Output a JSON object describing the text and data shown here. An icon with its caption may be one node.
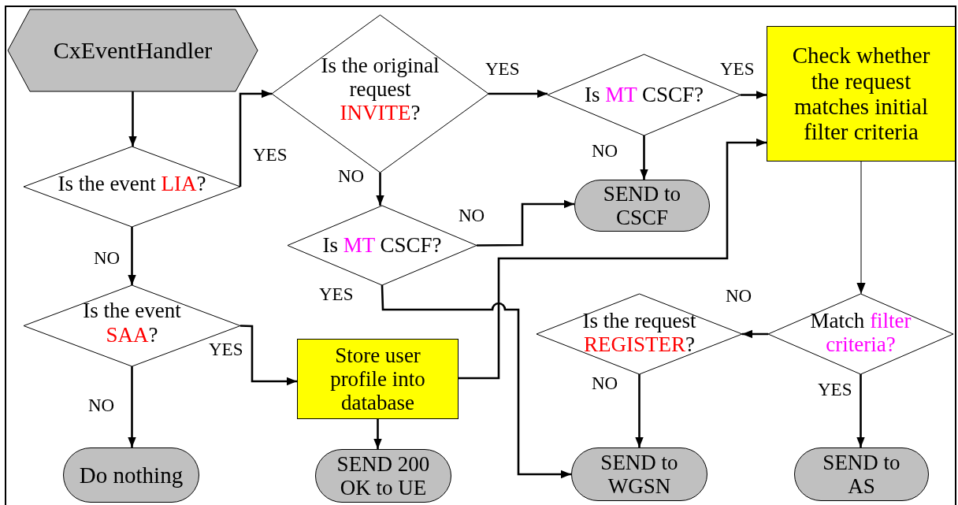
{
  "diagram": {
    "nodes": [
      {
        "text": [
          "CxEventHandler"
        ]
      },
      {
        "text": [
          "Is the event **LIA**?"
        ]
      },
      {
        "text": [
          "Is the event **SAA**?"
        ]
      },
      {
        "text": [
          "Do nothing"
        ]
      },
      {
        "text": [
          "Is the original request **INVITE**?"
        ]
      },
      {
        "text": [
          "Is *MT* CSCF?"
        ]
      },
      {
        "text": [
          "Store user profile into database"
        ]
      },
      {
        "text": [
          "SEND 200 OK to UE"
        ]
      },
      {
        "text": [
          "Is *MT* CSCF?"
        ]
      },
      {
        "text": [
          "Check whether the request matches initial filter criteria"
        ]
      },
      {
        "text": [
          "SEND to CSCF"
        ]
      },
      {
        "text": [
          "Match *filter criteria?*"
        ]
      },
      {
        "text": [
          "Is the request **REGISTER**?"
        ]
      },
      {
        "text": [
          "SEND to WGSN"
        ]
      },
      {
        "text": [
          "SEND to AS"
        ]
      }
    ],
    "edges": [
      {
        "from": 0,
        "to": 1,
        "arrow": "to"
      },
      {
        "from": 1,
        "to": 4,
        "arrow": "to",
        "label": "YES"
      },
      {
        "from": 1,
        "to": 2,
        "arrow": "to",
        "label": "NO"
      },
      {
        "from": 2,
        "to": 3,
        "arrow": "to",
        "label": "NO"
      },
      {
        "from": 2,
        "to": 6,
        "arrow": "to",
        "label": "YES"
      },
      {
        "from": 4,
        "to": 8,
        "arrow": "to",
        "label": "YES"
      },
      {
        "from": 4,
        "to": 5,
        "arrow": "to",
        "label": "NO"
      },
      {
        "from": 5,
        "to": 10,
        "arrow": "to",
        "label": "NO"
      },
      {
        "from": 5,
        "to": 13,
        "arrow": "to",
        "label": "YES"
      },
      {
        "from": 6,
        "to": 9,
        "arrow": "to"
      },
      {
        "from": 6,
        "to": 7,
        "arrow": "to"
      },
      {
        "from": 8,
        "to": 9,
        "arrow": "to",
        "label": "YES"
      },
      {
        "from": 8,
        "to": 10,
        "arrow": "to",
        "label": "NO"
      },
      {
        "from": 9,
        "to": 11,
        "arrow": "to"
      },
      {
        "from": 11,
        "to": 12,
        "arrow": "to",
        "label": "NO"
      },
      {
        "from": 11,
        "to": 14,
        "arrow": "to",
        "label": "YES"
      },
      {
        "from": 12,
        "to": 13,
        "arrow": "to",
        "label": "NO"
      }
    ]
  }
}
